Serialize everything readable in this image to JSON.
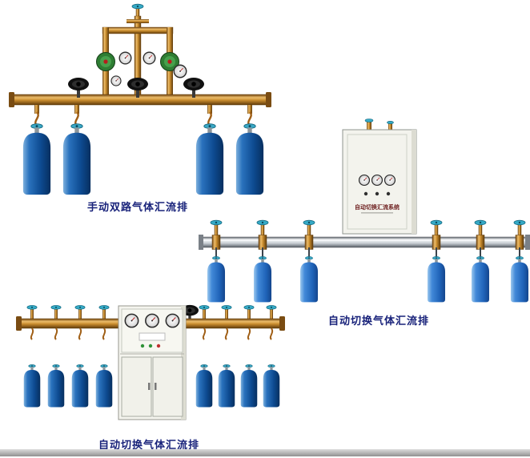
{
  "page": {
    "background": "#ffffff"
  },
  "products": [
    {
      "id": "manual-dual-manifold",
      "caption": "手动双路气体汇流排",
      "cylinder_count": 4
    },
    {
      "id": "auto-switch-manifold-cabinet",
      "caption": "自动切换气体汇流排",
      "cabinet_label": "自动切换汇流系统",
      "cylinder_count": 6
    },
    {
      "id": "auto-switch-manifold-tall",
      "caption": "自动切换气体汇流排",
      "cylinder_count": 8
    }
  ],
  "colors": {
    "caption_text": "#18227a",
    "brass_pipe": "#c98c2e",
    "silver_pipe": "#c3c9cf",
    "cylinder_blue_dark": "#0d4a90",
    "cylinder_blue_bright": "#1f63b8",
    "valve_handle_teal": "#35aac6",
    "cabinet_body": "#f3f3ed"
  }
}
